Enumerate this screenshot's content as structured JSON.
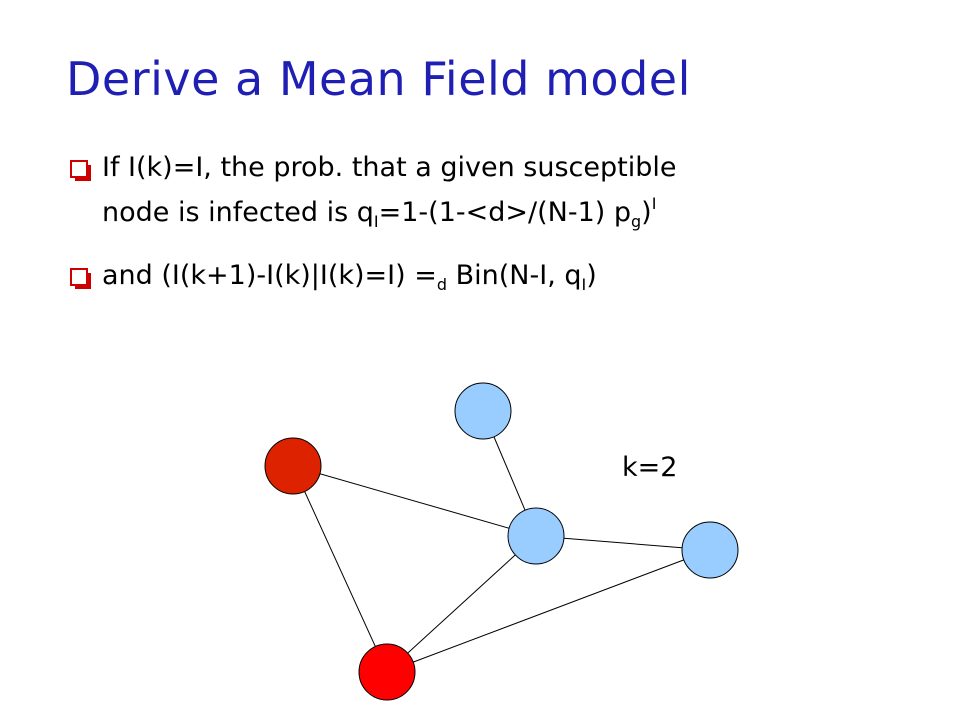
{
  "slide": {
    "title": "Derive a Mean Field model",
    "bullet1": {
      "line1": "If I(k)=I, the prob. that a given susceptible",
      "line2_prefix": "node is infected is q",
      "line2_sub1": "I",
      "line2_mid": "=1-(1-<d>/(N-1) p",
      "line2_sub2": "g",
      "line2_close": ")",
      "line2_sup": "I"
    },
    "bullet2": {
      "prefix": "and (I(k+1)-I(k)|I(k)=I) =",
      "sub_d": "d",
      "mid": " Bin(N-I, q",
      "sub_I": "I",
      "close": ")"
    },
    "graph": {
      "k_label": "k=2",
      "colors": {
        "infected_dark": "#dd2200",
        "infected": "#ff0000",
        "susceptible": "#99ccff",
        "edge": "#000000"
      }
    }
  }
}
